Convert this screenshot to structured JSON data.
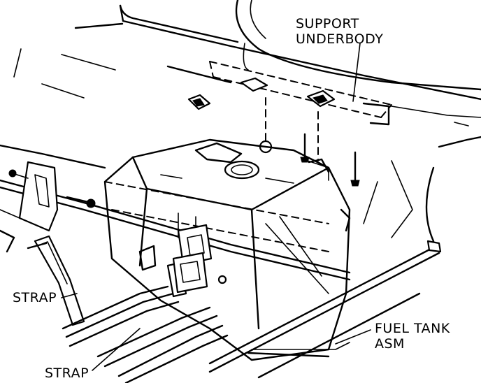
{
  "labels": {
    "support_underbody_line1": "SUPPORT",
    "support_underbody_line2": "UNDERBODY",
    "strap_left": "STRAP",
    "strap_bottom": "STRAP",
    "fuel_tank_line1": "FUEL TANK",
    "fuel_tank_line2": "ASM"
  }
}
